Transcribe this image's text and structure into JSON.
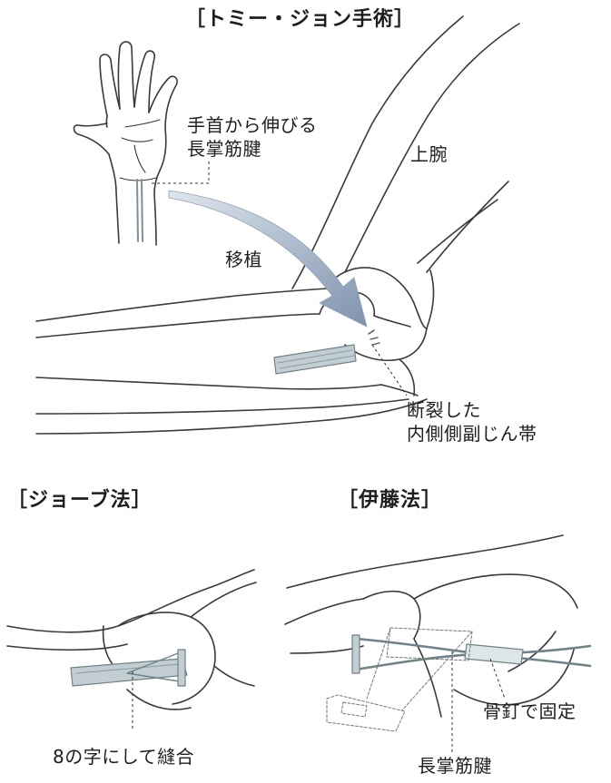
{
  "titles": {
    "tommy_john": "［トミー・ジョン手術］",
    "jobe": "［ジョーブ法］",
    "ito": "［伊藤法］"
  },
  "labels": {
    "tendon_from_wrist_line1": "手首から伸びる",
    "tendon_from_wrist_line2": "長掌筋腱",
    "upper_arm": "上腕",
    "transplant": "移植",
    "torn_ucl_line1": "断裂した",
    "torn_ucl_line2": "内側側副じん帯",
    "figure_eight": "8の字にして縫合",
    "palmaris_longus": "長掌筋腱",
    "bone_nail": "骨釘で固定"
  },
  "colors": {
    "line": "#3a3a3a",
    "tendon": "#b8c6ca",
    "tendon_dark": "#7e9096",
    "arrow": "#9fb0c6"
  }
}
